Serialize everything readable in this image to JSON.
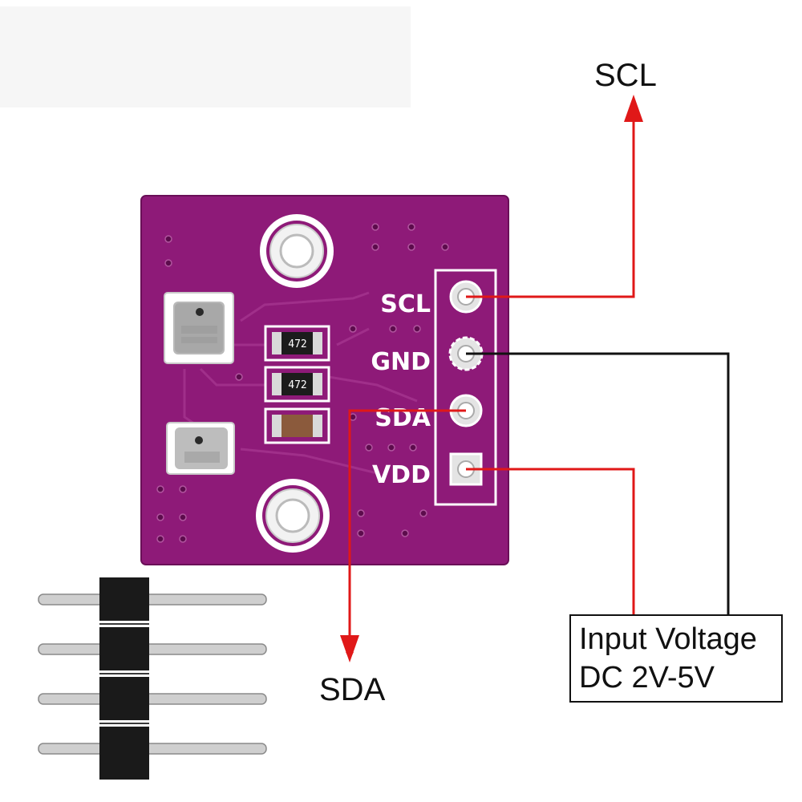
{
  "labels": {
    "scl_top": "SCL",
    "sda_bottom": "SDA"
  },
  "voltage_box": {
    "line1": "Input Voltage",
    "line2": "DC 2V-5V"
  },
  "pcb": {
    "pin_labels": [
      "SCL",
      "GND",
      "SDA",
      "VDD"
    ],
    "resistor_marking_1": "472",
    "resistor_marking_2": "472"
  },
  "colors": {
    "pcb": "#8e1a78",
    "silkscreen": "#ffffff",
    "signal_wire": "#e01818",
    "ground_wire": "#111111"
  }
}
